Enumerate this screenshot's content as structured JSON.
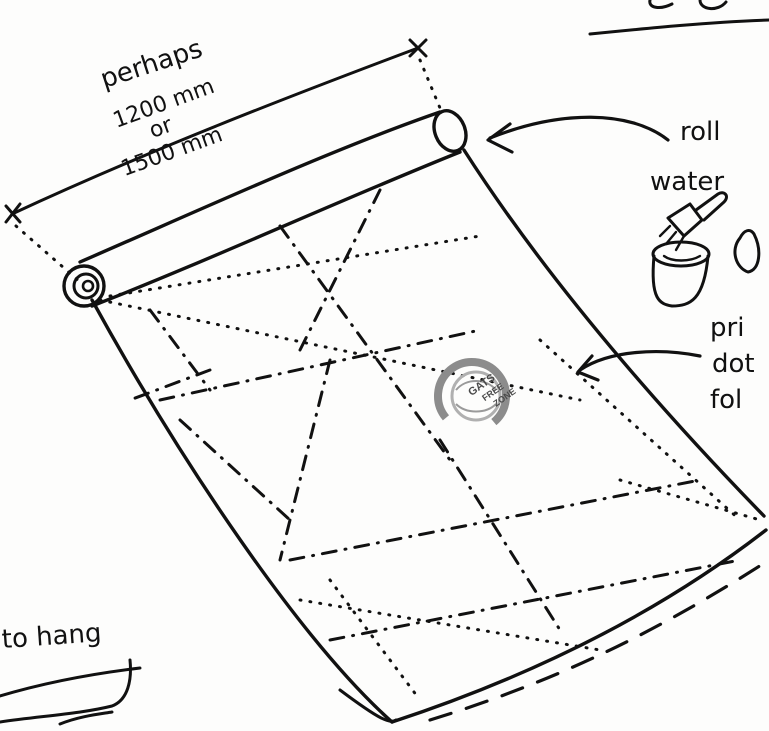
{
  "annotations": {
    "size_line1": "perhaps",
    "size_line2": "1200 mm",
    "size_line3": "or",
    "size_line4": "1500 mm",
    "roll_line1": "roll",
    "roll_line2": "water",
    "print_line1": "pri",
    "print_line2": "dot",
    "print_line3": "fol",
    "hang_text": "to hang"
  },
  "watermark": {
    "line1": "GATS",
    "line2": "FREE",
    "line3": "ZONE"
  }
}
